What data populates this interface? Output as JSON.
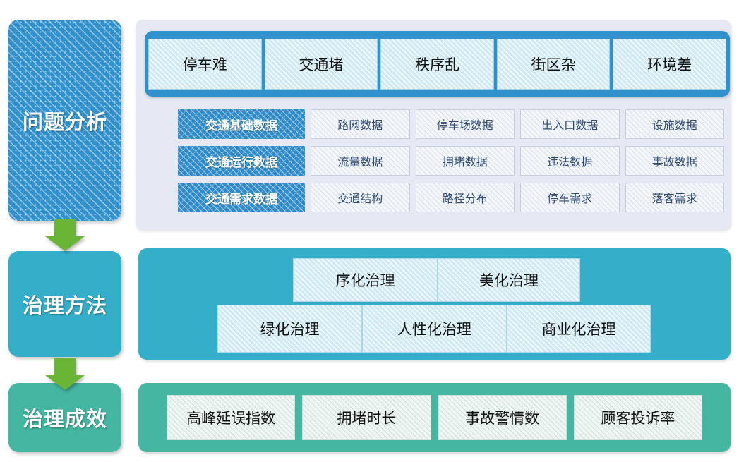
{
  "sections": {
    "problem": {
      "label": "问题分析",
      "issues": [
        "停车难",
        "交通堵",
        "秩序乱",
        "街区杂",
        "环境差"
      ],
      "data_rows": [
        {
          "key": "交通基础数据",
          "cells": [
            "路网数据",
            "停车场数据",
            "出入口数据",
            "设施数据"
          ]
        },
        {
          "key": "交通运行数据",
          "cells": [
            "流量数据",
            "拥堵数据",
            "违法数据",
            "事故数据"
          ]
        },
        {
          "key": "交通需求数据",
          "cells": [
            "交通结构",
            "路径分布",
            "停车需求",
            "落客需求"
          ]
        }
      ]
    },
    "method": {
      "label": "治理方法",
      "row1": [
        "序化治理",
        "美化治理"
      ],
      "row2": [
        "绿化治理",
        "人性化治理",
        "商业化治理"
      ]
    },
    "effect": {
      "label": "治理成效",
      "metrics": [
        "高峰延误指数",
        "拥堵时长",
        "事故警情数",
        "顾客投诉率"
      ]
    }
  },
  "flow": {
    "arrow_1_name": "down-arrow-icon",
    "arrow_2_name": "down-arrow-icon"
  },
  "colors": {
    "blue_primary": "#3191cd",
    "blue_panel_bg": "#e6e9f3",
    "teal_method": "#35aec9",
    "green_effect": "#44b6a1",
    "arrow_green": "#6ab536",
    "cell_lightblue": "#cfe9f5",
    "cell_palegray": "#f4f6fa",
    "cell_palegreen": "#eef5f3"
  }
}
